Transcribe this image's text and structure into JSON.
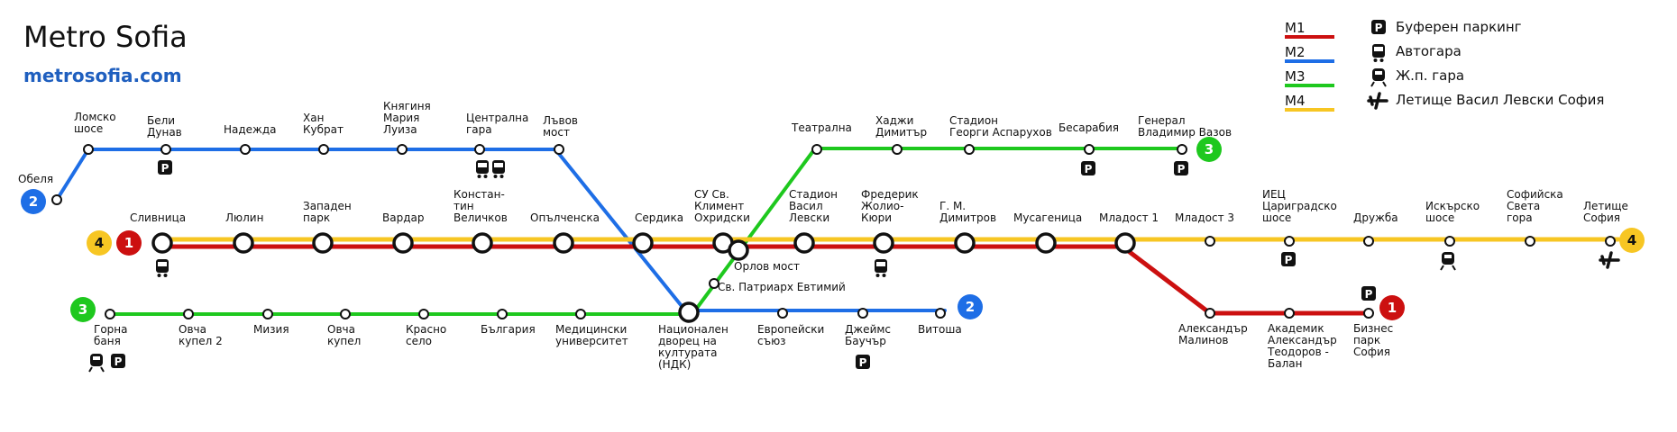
{
  "header": {
    "title": "Metro Sofia",
    "url": "metrosofia.com"
  },
  "colors": {
    "M1": "#cc1010",
    "M2": "#1e6ee6",
    "M3": "#1ec81e",
    "M4": "#f7c623",
    "ink": "#111111"
  },
  "legend": {
    "lines": [
      {
        "code": "M1",
        "color": "#cc1010"
      },
      {
        "code": "M2",
        "color": "#1e6ee6"
      },
      {
        "code": "M3",
        "color": "#1ec81e"
      },
      {
        "code": "M4",
        "color": "#f7c623"
      }
    ],
    "icons": [
      {
        "icon": "parking-icon",
        "label": "Буферен паркинг"
      },
      {
        "icon": "bus-icon",
        "label": "Автогара"
      },
      {
        "icon": "train-icon",
        "label": "Ж.п. гара"
      },
      {
        "icon": "airplane-icon",
        "label": "Летище Васил Левски София"
      }
    ]
  },
  "badges": {
    "M1": "1",
    "M2": "2",
    "M3": "3",
    "M4": "4"
  },
  "stations": {
    "obelya": [
      "Обеля"
    ],
    "lomsko": [
      "Ломско",
      "шосе"
    ],
    "beli_dunav": [
      "Бели",
      "Дунав"
    ],
    "nadezhda": [
      "Надежда"
    ],
    "han_kubrat": [
      "Хан",
      "Кубрат"
    ],
    "knyaginya": [
      "Княгиня",
      "Мария",
      "Луиза"
    ],
    "tsentralna": [
      "Централна",
      "гара"
    ],
    "lavov_most": [
      "Лъвов",
      "мост"
    ],
    "slivnitsa": [
      "Сливница"
    ],
    "lyulin": [
      "Люлин"
    ],
    "zapaden_park": [
      "Западен",
      "парк"
    ],
    "vardar": [
      "Вардар"
    ],
    "konstantin": [
      "Констан-",
      "тин",
      "Величков"
    ],
    "opalchenska": [
      "Опълченска"
    ],
    "serdika": [
      "Сердика"
    ],
    "su": [
      "СУ Св.",
      "Климент",
      "Охридски"
    ],
    "orlov_most": [
      "Орлов мост"
    ],
    "st_patriarh": [
      "Св. Патриарх Евтимий"
    ],
    "teatralna": [
      "Театрална"
    ],
    "hadzhi": [
      "Хаджи",
      "Димитър"
    ],
    "stadion_ga": [
      "Стадион",
      "Георги Аспарухов"
    ],
    "besarabiya": [
      "Бесарабия"
    ],
    "general": [
      "Генерал",
      "Владимир Вазов"
    ],
    "stadion_vl": [
      "Стадион",
      "Васил",
      "Левски"
    ],
    "frederik": [
      "Фредерик",
      "Жолио-",
      "Кюри"
    ],
    "gm_dimitrov": [
      "Г. М.",
      "Димитров"
    ],
    "musagenitsa": [
      "Мусагеница"
    ],
    "mladost1": [
      "Младост 1"
    ],
    "mladost3": [
      "Младост 3"
    ],
    "iets": [
      "ИЕЦ",
      "Цариградско",
      "шосе"
    ],
    "druzhba": [
      "Дружба"
    ],
    "iskarsko": [
      "Искърско",
      "шосе"
    ],
    "sofiyska": [
      "Софийска",
      "Света",
      "гора"
    ],
    "letishte": [
      "Летище",
      "София"
    ],
    "aleksandar_m": [
      "Александър",
      "Малинов"
    ],
    "akademik": [
      "Академик",
      "Александър",
      "Теодоров -",
      "Балан"
    ],
    "biznes_park": [
      "Бизнес",
      "парк",
      "София"
    ],
    "gorna_banya": [
      "Горна",
      "баня"
    ],
    "ovcha2": [
      "Овча",
      "купел 2"
    ],
    "miziya": [
      "Мизия"
    ],
    "ovcha": [
      "Овча",
      "купел"
    ],
    "krasno": [
      "Красно",
      "село"
    ],
    "balgariya": [
      "България"
    ],
    "meditsinski": [
      "Медицински",
      "университет"
    ],
    "ndk": [
      "Национален",
      "дворец на",
      "културата",
      "(НДК)"
    ],
    "evropeyski": [
      "Европейски",
      "съюз"
    ],
    "dzheyms": [
      "Джеймс",
      "Баучър"
    ],
    "vitosha": [
      "Витоша"
    ]
  }
}
